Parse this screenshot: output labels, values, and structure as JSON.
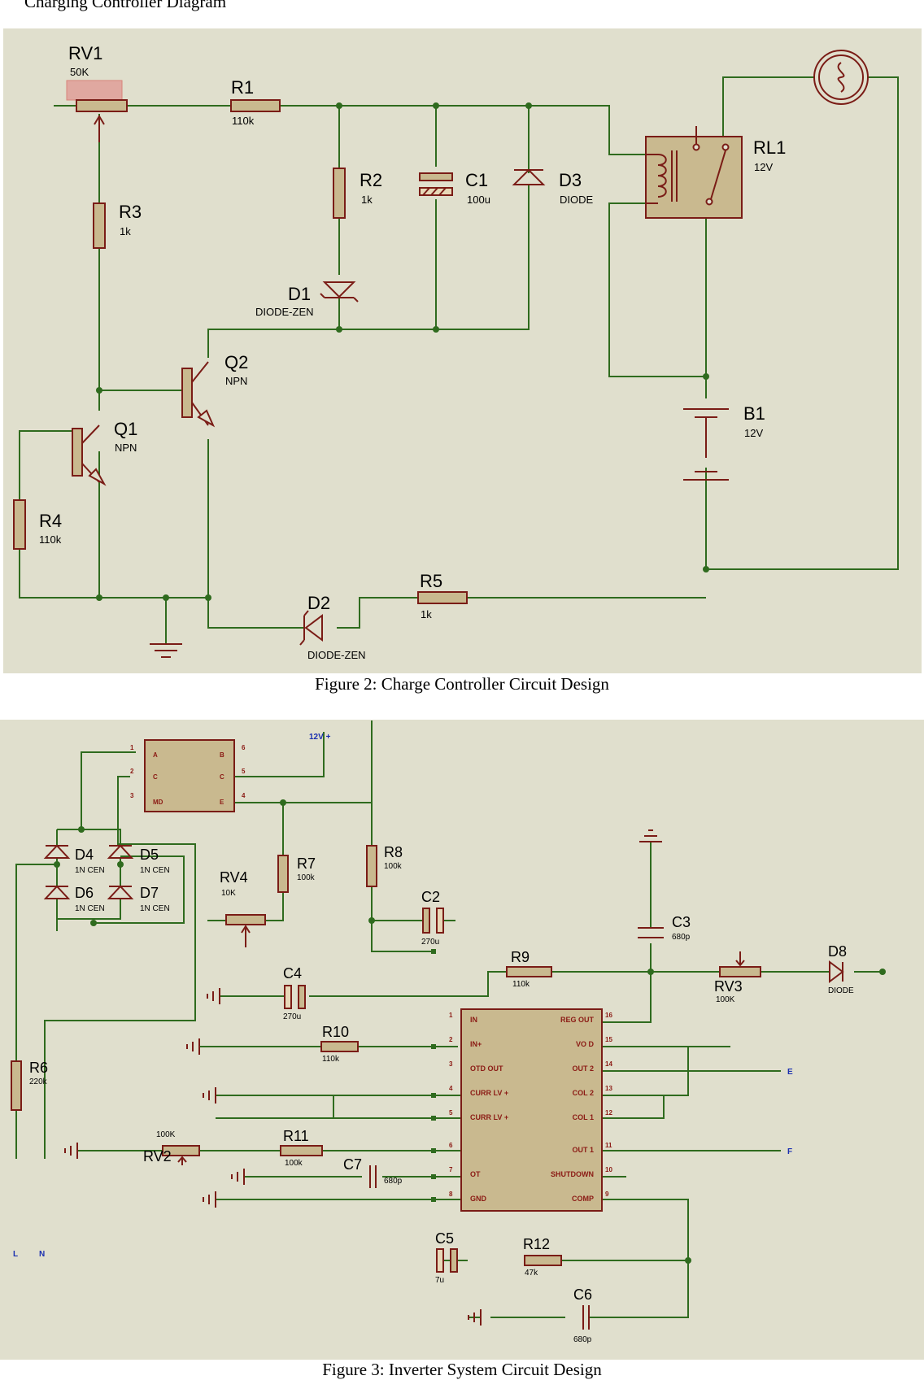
{
  "top_text": "Charging Controller Diagram",
  "figure2": {
    "caption": "Figure 2: Charge Controller Circuit Design",
    "components": {
      "RV1": {
        "label": "RV1",
        "value": "50K"
      },
      "R1": {
        "label": "R1",
        "value": "110k"
      },
      "R2": {
        "label": "R2",
        "value": "1k"
      },
      "R3": {
        "label": "R3",
        "value": "1k"
      },
      "R4": {
        "label": "R4",
        "value": "110k"
      },
      "R5": {
        "label": "R5",
        "value": "1k"
      },
      "C1": {
        "label": "C1",
        "value": "100u"
      },
      "D1": {
        "label": "D1",
        "value": "DIODE-ZEN"
      },
      "D2": {
        "label": "D2",
        "value": "DIODE-ZEN"
      },
      "D3": {
        "label": "D3",
        "value": "DIODE"
      },
      "Q1": {
        "label": "Q1",
        "value": "NPN"
      },
      "Q2": {
        "label": "Q2",
        "value": "NPN"
      },
      "RL1": {
        "label": "RL1",
        "value": "12V"
      },
      "B1": {
        "label": "B1",
        "value": "12V"
      }
    }
  },
  "figure3": {
    "caption": "Figure 3: Inverter System Circuit Design",
    "supply_label": "12V +",
    "chip1_pins": {
      "A": "A",
      "C1": "C",
      "MD": "MD",
      "B": "B",
      "C2": "C",
      "E": "E",
      "p1": "1",
      "p2": "2",
      "p3": "3",
      "p4": "4",
      "p5": "5",
      "p6": "6"
    },
    "chip2_pins_left": [
      "IN",
      "IN+",
      "OTD OUT",
      "CURR LV +",
      "CURR LV +",
      "",
      "OT",
      "GND"
    ],
    "chip2_pins_right": [
      "REG OUT",
      "VO D",
      "OUT 2",
      "COL 2",
      "COL 1",
      "OUT 1",
      "SHUTDOWN",
      "COMP"
    ],
    "chip2_nums_left": [
      "1",
      "2",
      "3",
      "4",
      "5",
      "6",
      "7",
      "8"
    ],
    "chip2_nums_right": [
      "16",
      "15",
      "14",
      "13",
      "12",
      "11",
      "10",
      "9"
    ],
    "components": {
      "R6": {
        "label": "R6",
        "value": "220k"
      },
      "R7": {
        "label": "R7",
        "value": "100k"
      },
      "R8": {
        "label": "R8",
        "value": "100k"
      },
      "R9": {
        "label": "R9",
        "value": "110k"
      },
      "R10": {
        "label": "R10",
        "value": "110k"
      },
      "R11": {
        "label": "R11",
        "value": "100k"
      },
      "R12": {
        "label": "R12",
        "value": "47k"
      },
      "RV2": {
        "label": "RV2",
        "value": "100K"
      },
      "RV3": {
        "label": "RV3",
        "value": "100K"
      },
      "RV4": {
        "label": "RV4",
        "value": "10K"
      },
      "C2": {
        "label": "C2",
        "value": "270u"
      },
      "C3": {
        "label": "C3",
        "value": "680p"
      },
      "C4": {
        "label": "C4",
        "value": "270u"
      },
      "C5": {
        "label": "C5",
        "value": "7u"
      },
      "C6": {
        "label": "C6",
        "value": "680p"
      },
      "C7": {
        "label": "C7",
        "value": "680p"
      },
      "D4": {
        "label": "D4",
        "value": "1N CEN"
      },
      "D5": {
        "label": "D5",
        "value": "1N CEN"
      },
      "D6": {
        "label": "D6",
        "value": "1N CEN"
      },
      "D7": {
        "label": "D7",
        "value": "1N CEN"
      },
      "D8": {
        "label": "D8",
        "value": "DIODE"
      }
    },
    "terminals": {
      "L": "L",
      "N": "N",
      "E": "E",
      "F": "F"
    }
  }
}
